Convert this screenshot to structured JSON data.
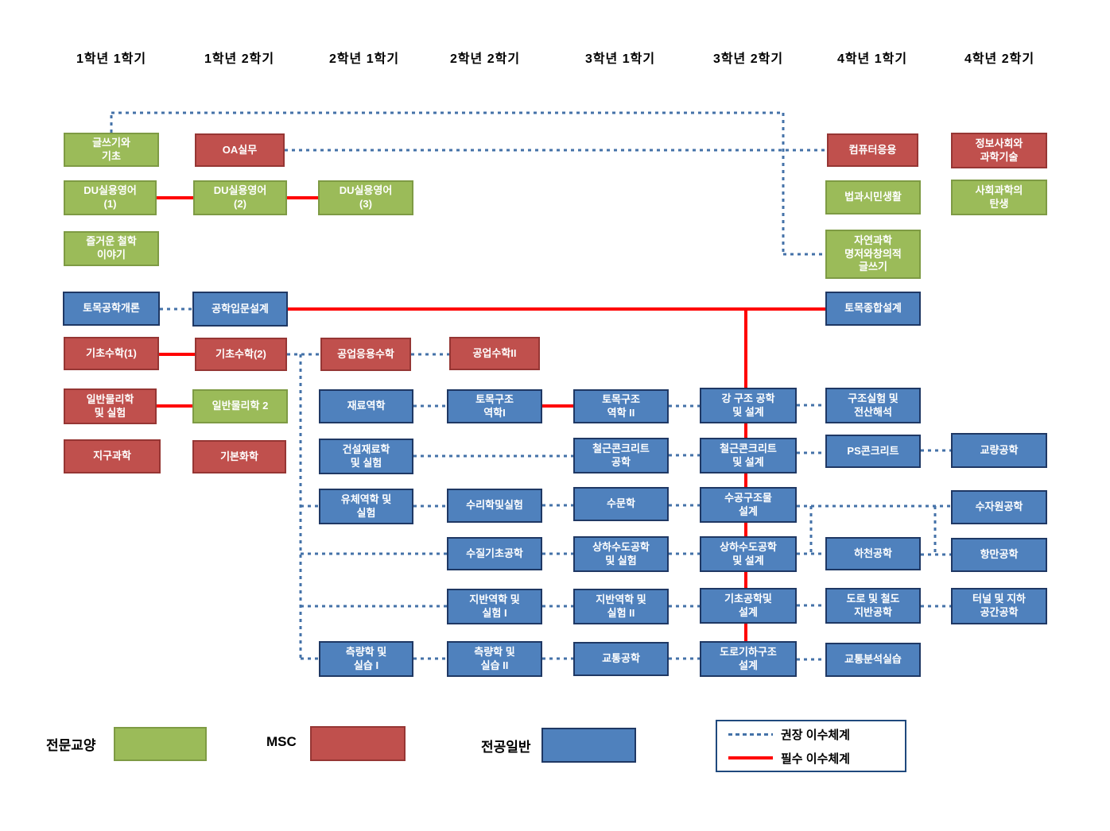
{
  "columns": [
    {
      "label": "1학년 1학기"
    },
    {
      "label": "1학년 2학기"
    },
    {
      "label": "2학년 1학기"
    },
    {
      "label": "2학년 2학기"
    },
    {
      "label": "3학년 1학기"
    },
    {
      "label": "3학년 2학기"
    },
    {
      "label": "4학년 1학기"
    },
    {
      "label": "4학년 2학기"
    }
  ],
  "courses": {
    "y1s1": [
      {
        "label": "글쓰기와\n기초",
        "type": "general"
      },
      {
        "label": "DU실용영어\n(1)",
        "type": "general"
      },
      {
        "label": "즐거운 철학\n이야기",
        "type": "general"
      },
      {
        "label": "토목공학개론",
        "type": "major"
      },
      {
        "label": "기초수학(1)",
        "type": "msc"
      },
      {
        "label": "일반물리학\n및 실험",
        "type": "msc"
      },
      {
        "label": "지구과학",
        "type": "msc"
      }
    ],
    "y1s2": [
      {
        "label": "OA실무",
        "type": "msc"
      },
      {
        "label": "DU실용영어\n(2)",
        "type": "general"
      },
      {
        "label": "공학입문설계",
        "type": "major"
      },
      {
        "label": "기초수학(2)",
        "type": "msc"
      },
      {
        "label": "일반물리학 2",
        "type": "general"
      },
      {
        "label": "기본화학",
        "type": "msc"
      }
    ],
    "y2s1": [
      {
        "label": "DU실용영어\n(3)",
        "type": "general"
      },
      {
        "label": "공업응용수학",
        "type": "msc"
      },
      {
        "label": "재료역학",
        "type": "major"
      },
      {
        "label": "건설재료학\n및 실험",
        "type": "major"
      },
      {
        "label": "유체역학 및\n실험",
        "type": "major"
      },
      {
        "label": "측량학 및\n실습 I",
        "type": "major"
      }
    ],
    "y2s2": [
      {
        "label": "공업수학II",
        "type": "msc"
      },
      {
        "label": "토목구조\n역학I",
        "type": "major"
      },
      {
        "label": "수리학및실험",
        "type": "major"
      },
      {
        "label": "수질기초공학",
        "type": "major"
      },
      {
        "label": "지반역학 및\n실험 I",
        "type": "major"
      },
      {
        "label": "측량학 및\n실습 II",
        "type": "major"
      }
    ],
    "y3s1": [
      {
        "label": "토목구조\n역학 II",
        "type": "major"
      },
      {
        "label": "철근콘크리트\n공학",
        "type": "major"
      },
      {
        "label": "수문학",
        "type": "major"
      },
      {
        "label": "상하수도공학\n및 실험",
        "type": "major"
      },
      {
        "label": "지반역학 및\n실험 II",
        "type": "major"
      },
      {
        "label": "교통공학",
        "type": "major"
      }
    ],
    "y3s2": [
      {
        "label": "강 구조 공학\n및 설계",
        "type": "major"
      },
      {
        "label": "철근콘크리트\n및 설계",
        "type": "major"
      },
      {
        "label": "수공구조물\n설계",
        "type": "major"
      },
      {
        "label": "상하수도공학\n및 설계",
        "type": "major"
      },
      {
        "label": "기초공학및\n설계",
        "type": "major"
      },
      {
        "label": "도로기하구조\n설계",
        "type": "major"
      }
    ],
    "y4s1": [
      {
        "label": "컴퓨터응용",
        "type": "msc"
      },
      {
        "label": "법과시민생활",
        "type": "general"
      },
      {
        "label": "자연과학\n명저와창의적\n글쓰기",
        "type": "general"
      },
      {
        "label": "토목종합설계",
        "type": "major"
      },
      {
        "label": "구조실험 및\n전산해석",
        "type": "major"
      },
      {
        "label": "PS콘크리트",
        "type": "major"
      },
      {
        "label": "하천공학",
        "type": "major"
      },
      {
        "label": "도로 및 철도\n지반공학",
        "type": "major"
      },
      {
        "label": "교통분석실습",
        "type": "major"
      }
    ],
    "y4s2": [
      {
        "label": "정보사회와\n과학기술",
        "type": "msc"
      },
      {
        "label": "사회과학의\n탄생",
        "type": "general"
      },
      {
        "label": "교량공학",
        "type": "major"
      },
      {
        "label": "수자원공학",
        "type": "major"
      },
      {
        "label": "항만공학",
        "type": "major"
      },
      {
        "label": "터널 및 지하\n공간공학",
        "type": "major"
      }
    ]
  },
  "legend": {
    "general_label": "전문교양",
    "msc_label": "MSC",
    "major_label": "전공일반",
    "recommended_label": "권장 이수체계",
    "required_label": "필수 이수체계"
  },
  "colors": {
    "general": "#9BBB59",
    "msc": "#C0504D",
    "major": "#4F81BD",
    "recommended_line": "#4472A8",
    "required_line": "#FF0000"
  },
  "connections": {
    "recommended": [
      [
        140,
        167,
        140,
        142
      ],
      [
        140,
        142,
        985,
        142
      ],
      [
        985,
        142,
        985,
        320
      ],
      [
        985,
        320,
        1038,
        320
      ],
      [
        358,
        189,
        1040,
        189
      ],
      [
        201,
        389,
        242,
        389
      ],
      [
        361,
        446,
        403,
        446
      ],
      [
        517,
        446,
        565,
        446
      ],
      [
        378,
        446,
        378,
        829
      ],
      [
        378,
        637,
        401,
        637
      ],
      [
        378,
        697,
        562,
        697
      ],
      [
        378,
        763,
        562,
        763
      ],
      [
        378,
        829,
        401,
        829
      ],
      [
        520,
        511,
        562,
        511
      ],
      [
        841,
        511,
        880,
        511
      ],
      [
        1002,
        510,
        1038,
        510
      ],
      [
        520,
        574,
        721,
        574
      ],
      [
        841,
        573,
        880,
        573
      ],
      [
        1002,
        570,
        1038,
        570
      ],
      [
        1158,
        567,
        1196,
        567
      ],
      [
        520,
        637,
        562,
        637
      ],
      [
        682,
        636,
        721,
        636
      ],
      [
        841,
        636,
        880,
        636
      ],
      [
        1002,
        637,
        1196,
        637
      ],
      [
        1020,
        637,
        1020,
        697
      ],
      [
        1176,
        637,
        1176,
        698
      ],
      [
        1158,
        698,
        1196,
        698
      ],
      [
        1002,
        697,
        1038,
        697
      ],
      [
        682,
        697,
        721,
        697
      ],
      [
        841,
        697,
        880,
        697
      ],
      [
        682,
        763,
        721,
        763
      ],
      [
        841,
        763,
        880,
        763
      ],
      [
        1002,
        762,
        1038,
        762
      ],
      [
        1158,
        763,
        1196,
        763
      ],
      [
        520,
        829,
        562,
        829
      ],
      [
        682,
        829,
        721,
        829
      ],
      [
        841,
        829,
        880,
        829
      ],
      [
        1002,
        830,
        1038,
        830
      ]
    ],
    "required": [
      [
        197,
        249,
        243,
        249
      ],
      [
        361,
        249,
        400,
        249
      ],
      [
        200,
        446,
        245,
        446
      ],
      [
        197,
        511,
        242,
        511
      ],
      [
        362,
        389,
        1038,
        389
      ],
      [
        938,
        389,
        938,
        830
      ],
      [
        682,
        511,
        721,
        511
      ]
    ]
  }
}
